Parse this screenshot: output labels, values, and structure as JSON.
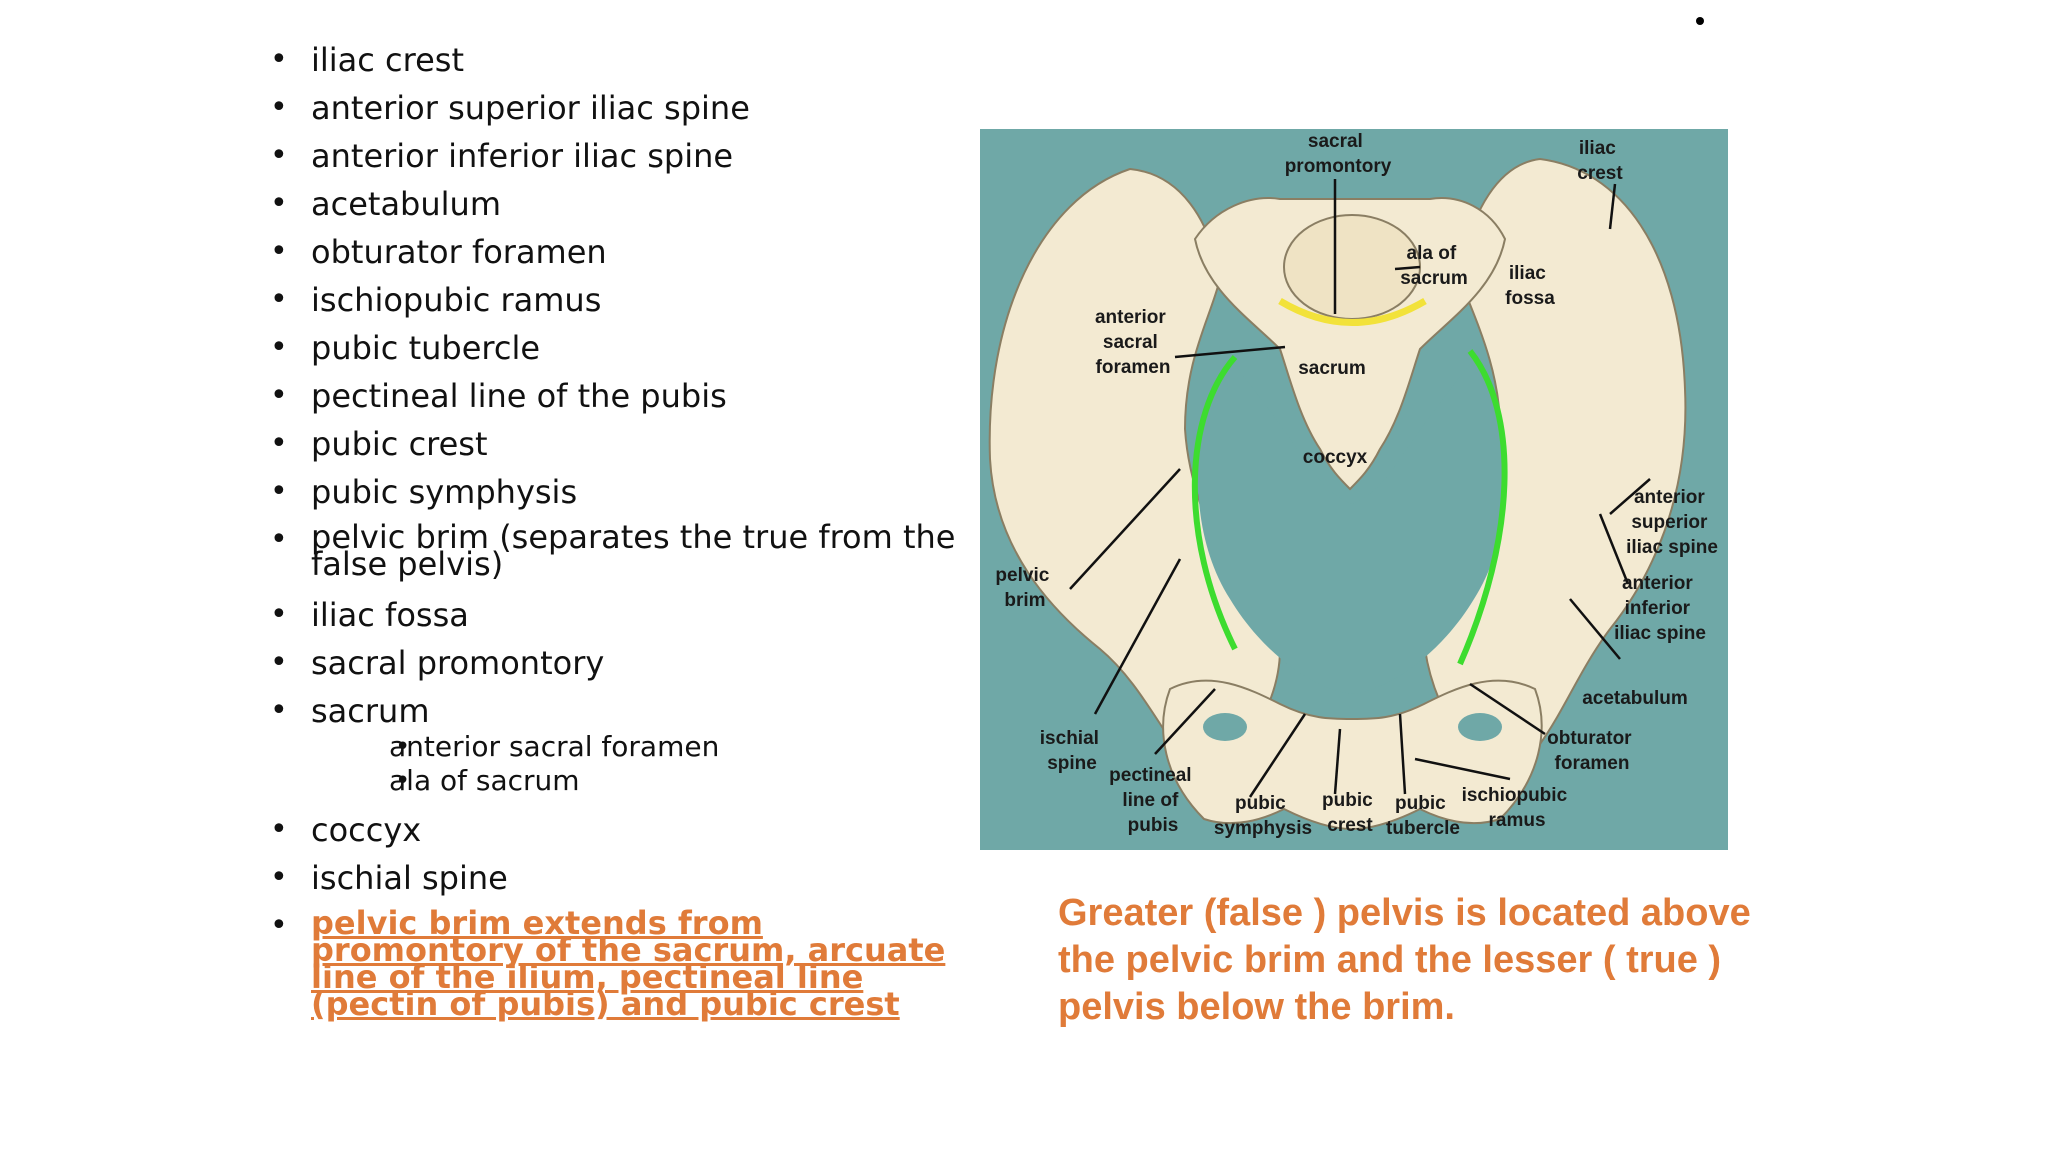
{
  "bullets": [
    "iliac crest",
    "anterior superior iliac spine",
    "anterior inferior iliac spine",
    "acetabulum",
    "obturator foramen",
    "ischiopubic ramus",
    "pubic tubercle",
    "pectineal line of the pubis",
    "pubic crest",
    "pubic symphysis",
    "pelvic brim (separates the true from the false pelvis)",
    "iliac fossa",
    "sacral promontory",
    "sacrum"
  ],
  "sacrum_sub": [
    "anterior sacral foramen",
    "ala of sacrum"
  ],
  "bullets_after": [
    "coccyx",
    "ischial spine"
  ],
  "pelvic_brim_note": "pelvic brim extends from promontory of the sacrum, arcuate line of the ilium, pectineal line (pectin of pubis) and pubic crest",
  "caption": "Greater (false ) pelvis is located above the pelvic brim and the lesser ( true ) pelvis below the brim.",
  "figure_labels": {
    "sacral_promontory": [
      "sacral",
      "promontory"
    ],
    "iliac_crest": [
      "iliac",
      "crest"
    ],
    "ala_of_sacrum": [
      "ala of",
      "sacrum"
    ],
    "iliac_fossa": [
      "iliac",
      "fossa"
    ],
    "anterior_sacral_foramen": [
      "anterior",
      "sacral",
      "foramen"
    ],
    "sacrum": [
      "sacrum"
    ],
    "coccyx": [
      "coccyx"
    ],
    "anterior_superior_iliac_spine": [
      "anterior",
      "superior",
      "iliac spine"
    ],
    "pelvic_brim": [
      "pelvic",
      "brim"
    ],
    "anterior_inferior_iliac_spine": [
      "anterior",
      "inferior",
      "iliac spine"
    ],
    "acetabulum": [
      "acetabulum"
    ],
    "ischial_spine": [
      "ischial",
      "spine"
    ],
    "obturator_foramen": [
      "obturator",
      "foramen"
    ],
    "pectineal_line_of_pubis": [
      "pectineal",
      "line of",
      "pubis"
    ],
    "pubic_symphysis": [
      "pubic",
      "symphysis"
    ],
    "pubic_crest": [
      "pubic",
      "crest"
    ],
    "pubic_tubercle": [
      "pubic",
      "tubercle"
    ],
    "ischiopubic_ramus": [
      "ischiopubic",
      "ramus"
    ]
  },
  "colors": {
    "accent_orange": "#e07b39",
    "figure_background": "#6fa8a7",
    "bone": "#f3ead2",
    "pelvic_brim_line": "#3ddc2f",
    "promontory_line": "#f2e23a"
  }
}
